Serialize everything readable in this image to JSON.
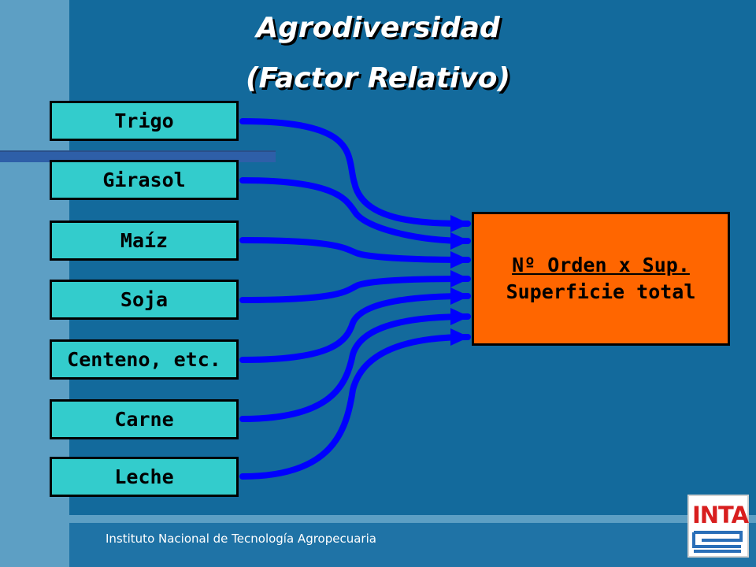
{
  "title": {
    "line1": "Agrodiversidad",
    "line2": "(Factor Relativo)"
  },
  "inputs": [
    "Trigo",
    "Girasol",
    "Maíz",
    "Soja",
    "Centeno, etc.",
    "Carne",
    "Leche"
  ],
  "result": {
    "numerator": "Nº Orden x Sup.",
    "denominator": "Superficie total"
  },
  "footer": "Instituto Nacional de Tecnología Agropecuaria",
  "logo": "INTA",
  "colors": {
    "background": "#136a9c",
    "input_box": "#33cccc",
    "result_box": "#ff6600",
    "arrow": "#0000ff"
  }
}
